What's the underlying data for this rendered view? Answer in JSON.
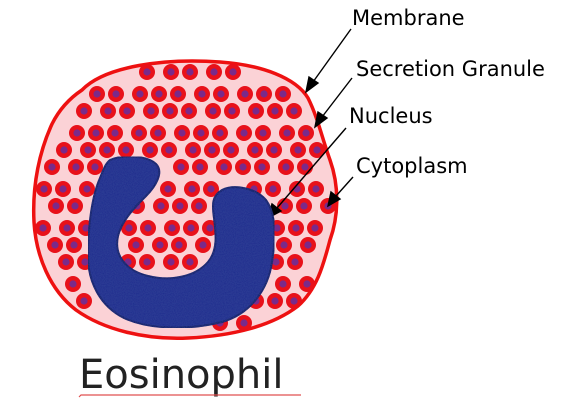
{
  "title": "Eosinophil",
  "labels": {
    "membrane": "Membrane",
    "secretion_granule": "Secretion Granule",
    "nucleus": "Nucleus",
    "cytoplasm": "Cytoplasm"
  },
  "colors": {
    "cytoplasm": "#fbd2d6",
    "membrane": "#ee1111",
    "granule": "#e8111a",
    "granule_core": "#7a2a8a",
    "nucleus": "#1b2a8c",
    "nucleus_edge": "#0c1660",
    "title_underline": "#e05050"
  }
}
